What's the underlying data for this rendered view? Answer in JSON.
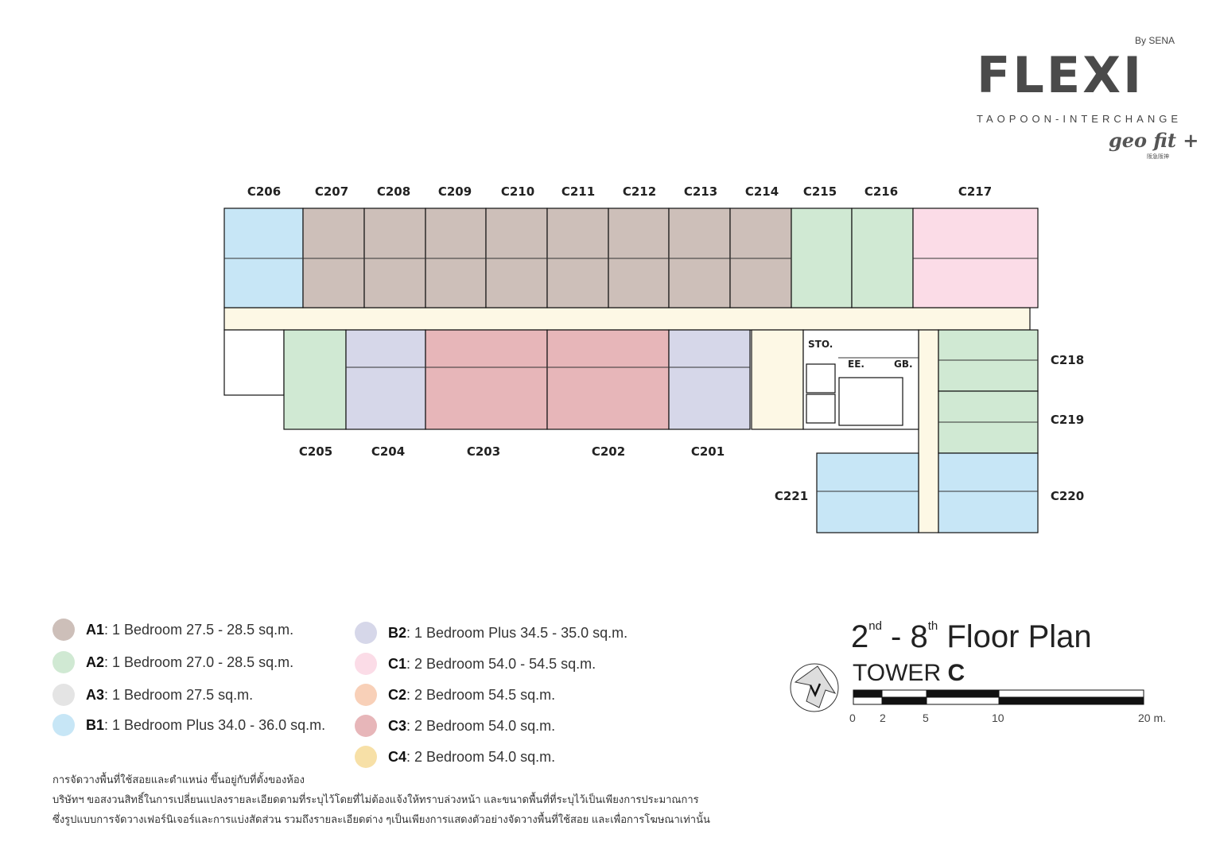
{
  "logo": {
    "by": "By SENA",
    "brand": "FLEXI",
    "location": "TAOPOON-INTERCHANGE",
    "partner": "geo fit +",
    "partner_sub": "阪急阪神"
  },
  "plan": {
    "units_top": [
      "C206",
      "C207",
      "C208",
      "C209",
      "C210",
      "C211",
      "C212",
      "C213",
      "C214",
      "C215",
      "C216",
      "C217"
    ],
    "units_bottom": [
      "C205",
      "C204",
      "C203",
      "C202",
      "C201"
    ],
    "units_right": [
      "C218",
      "C219",
      "C220",
      "C221"
    ],
    "core_rooms": [
      "STO.",
      "EE.",
      "GB."
    ]
  },
  "legend": [
    {
      "code": "A1",
      "desc": " : 1 Bedroom 27.5 - 28.5 sq.m.",
      "color": "#cdbfb9"
    },
    {
      "code": "A2",
      "desc": " : 1 Bedroom 27.0 - 28.5 sq.m.",
      "color": "#d0e9d3"
    },
    {
      "code": "A3",
      "desc": " : 1 Bedroom 27.5 sq.m.",
      "color": "#e4e4e4"
    },
    {
      "code": "B1",
      "desc": " : 1 Bedroom Plus 34.0 - 36.0 sq.m.",
      "color": "#c7e6f6"
    },
    {
      "code": "B2",
      "desc": " : 1 Bedroom Plus 34.5 - 35.0 sq.m.",
      "color": "#d6d7e9"
    },
    {
      "code": "C1",
      "desc": " : 2 Bedroom 54.0 - 54.5 sq.m.",
      "color": "#fbdce7"
    },
    {
      "code": "C2",
      "desc": " : 2 Bedroom 54.5 sq.m.",
      "color": "#f8d0b8"
    },
    {
      "code": "C3",
      "desc": " : 2 Bedroom 54.0 sq.m.",
      "color": "#e7b6b9"
    },
    {
      "code": "C4",
      "desc": " : 2 Bedroom 54.0 sq.m.",
      "color": "#f7e0a7"
    }
  ],
  "disclaimer": [
    "การจัดวางพื้นที่ใช้สอยและตำแหน่ง ขึ้นอยู่กับที่ตั้งของห้อง",
    "บริษัทฯ ขอสงวนสิทธิ์ในการเปลี่ยนแปลงรายละเอียดตามที่ระบุไว้โดยที่ไม่ต้องแจ้งให้ทราบล่วงหน้า และขนาดพื้นที่ที่ระบุไว้เป็นเพียงการประมาณการ",
    "ซึ่งรูปแบบการจัดวางเฟอร์นิเจอร์และการแบ่งสัดส่วน รวมถึงรายละเอียดต่าง ๆเป็นเพียงการแสดงตัวอย่างจัดวางพื้นที่ใช้สอย และเพื่อการโฆษณาเท่านั้น"
  ],
  "title": {
    "from": "2",
    "from_sup": "nd",
    "dash": " - ",
    "to": "8",
    "to_sup": "th",
    "rest": " Floor Plan",
    "tower": "TOWER ",
    "tower_letter": "C"
  },
  "scale": {
    "ticks": [
      "0",
      "2",
      "5",
      "10",
      "20 m."
    ]
  },
  "colors": {
    "corridor": "#fdf8e5",
    "wall": "#111111"
  }
}
